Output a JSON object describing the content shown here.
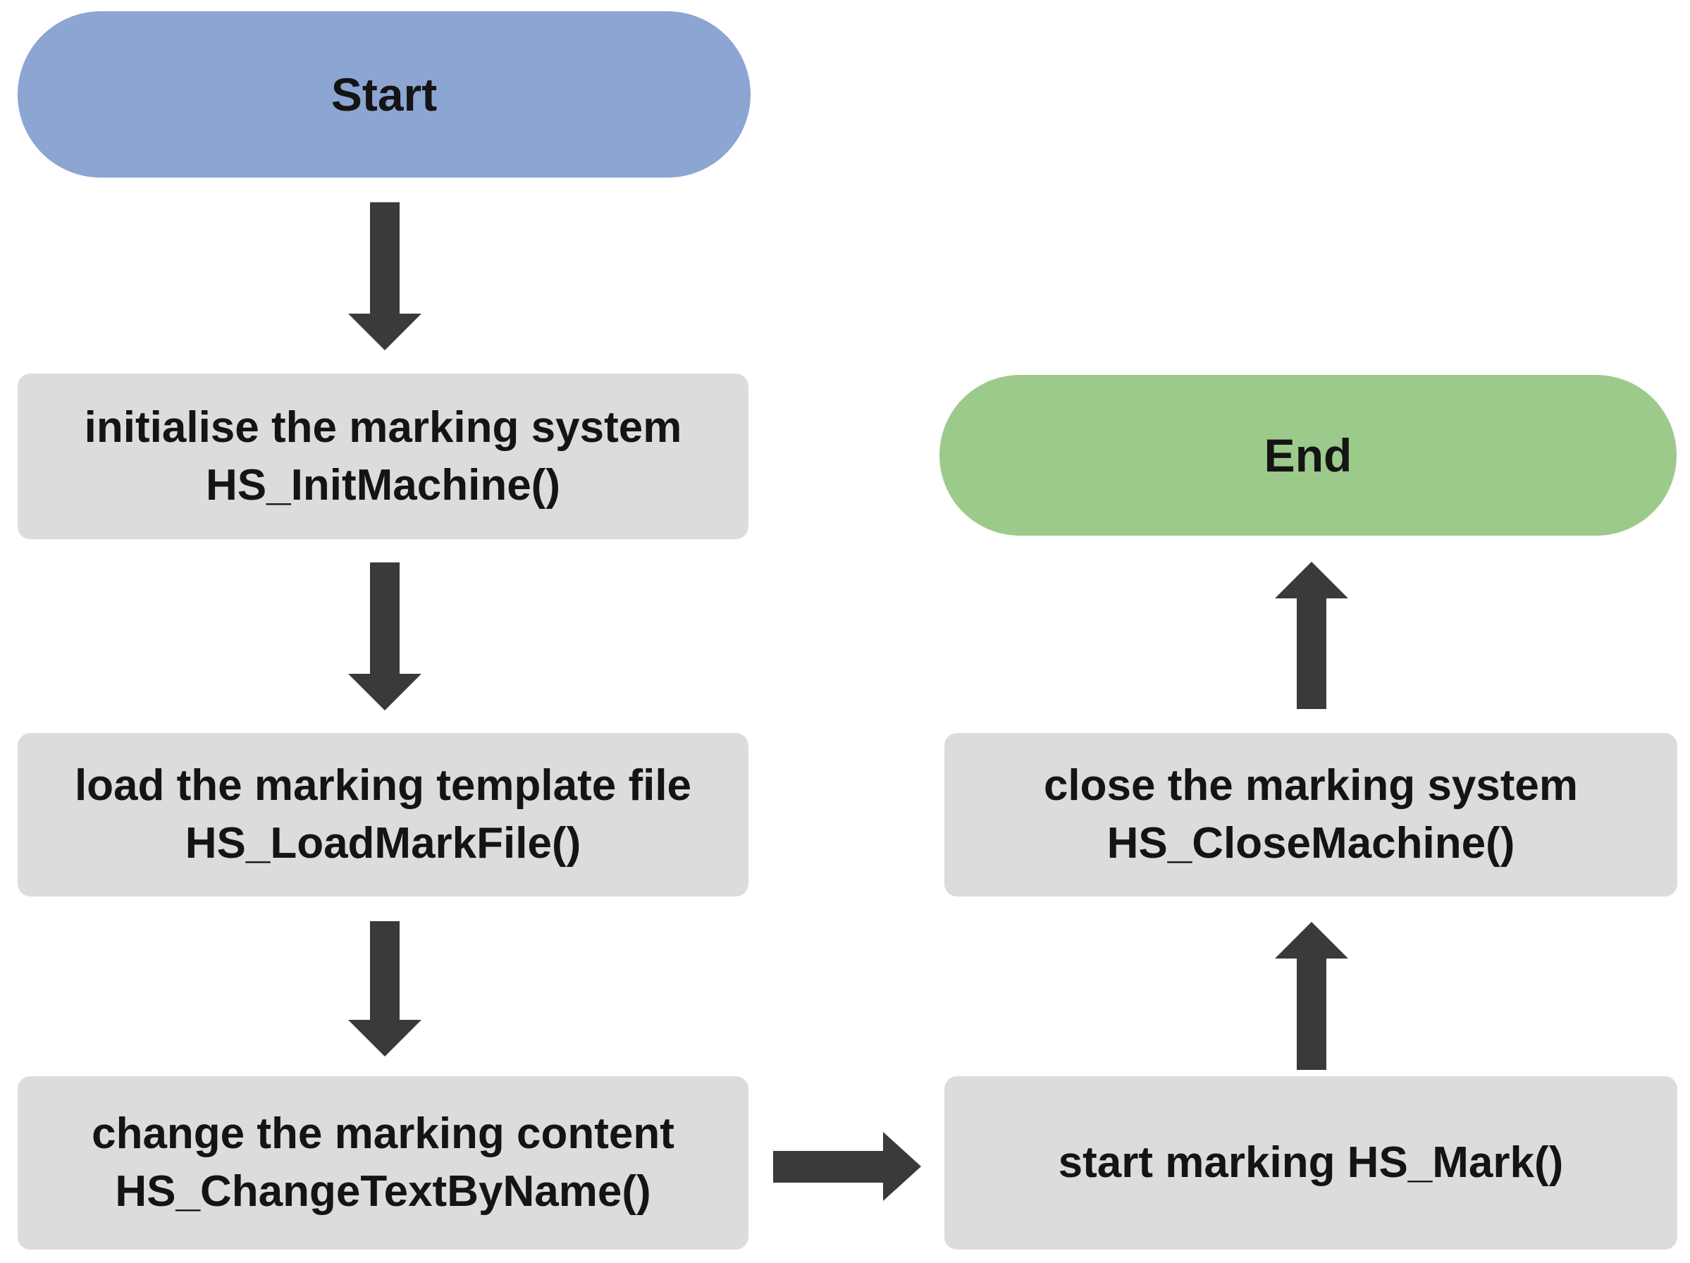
{
  "colors": {
    "start_fill": "#8ca5d3",
    "end_fill": "#9cca8b",
    "process_fill": "#dcdcdc",
    "arrow": "#3a3a3a",
    "text": "#141414",
    "bg": "#ffffff"
  },
  "nodes": {
    "start": {
      "label": "Start"
    },
    "init": {
      "line1": "initialise the marking system",
      "line2": "HS_InitMachine()"
    },
    "load": {
      "line1": "load the marking template file",
      "line2": "HS_LoadMarkFile()"
    },
    "change": {
      "line1": "change the marking content",
      "line2": "HS_ChangeTextByName()"
    },
    "mark": {
      "line1": "start marking HS_Mark()"
    },
    "close": {
      "line1": "close the marking system",
      "line2": "HS_CloseMachine()"
    },
    "end": {
      "label": "End"
    }
  },
  "edges": [
    {
      "from": "start",
      "to": "init",
      "direction": "down"
    },
    {
      "from": "init",
      "to": "load",
      "direction": "down"
    },
    {
      "from": "load",
      "to": "change",
      "direction": "down"
    },
    {
      "from": "change",
      "to": "mark",
      "direction": "right"
    },
    {
      "from": "mark",
      "to": "close",
      "direction": "up"
    },
    {
      "from": "close",
      "to": "end",
      "direction": "up"
    }
  ]
}
